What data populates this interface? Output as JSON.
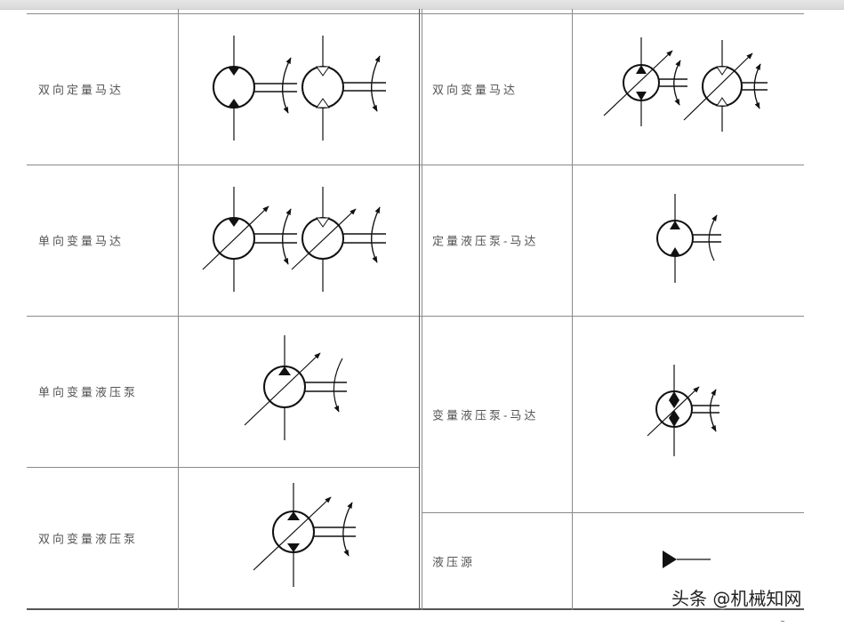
{
  "table": {
    "left_rows": [
      {
        "name": "双向定量马达",
        "symbol": "bidirectional-fixed-motor-icon"
      },
      {
        "name": "单向变量马达",
        "symbol": "unidirectional-variable-motor-icon"
      },
      {
        "name": "单向变量液压泵",
        "symbol": "unidirectional-variable-pump-icon"
      },
      {
        "name": "双向变量液压泵",
        "symbol": "bidirectional-variable-pump-icon"
      }
    ],
    "right_rows": [
      {
        "name": "双向变量马达",
        "symbol": "bidirectional-variable-motor-icon"
      },
      {
        "name": "定量液压泵-马达",
        "symbol": "fixed-pump-motor-icon"
      },
      {
        "name": "变量液压泵-马达",
        "symbol": "variable-pump-motor-icon"
      },
      {
        "name": "液压源",
        "symbol": "hydraulic-source-icon"
      }
    ]
  },
  "watermark": "头条 @机械知网",
  "colors": {
    "lines": "#8a8a8a",
    "symbol": "#111111",
    "text": "#555555"
  }
}
